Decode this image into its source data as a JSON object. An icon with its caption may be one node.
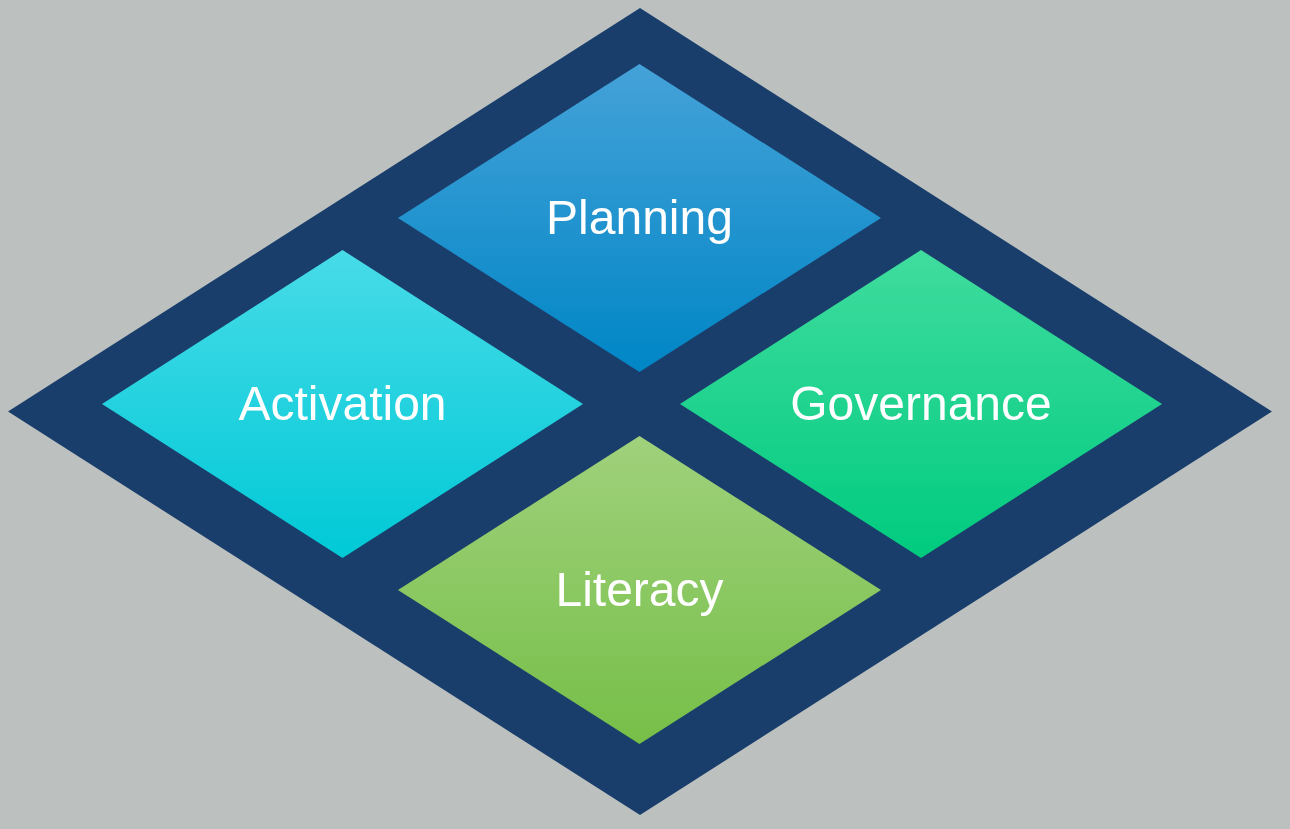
{
  "diagram": {
    "nodes": [
      {
        "text": [],
        "shape": "diamond"
      },
      {
        "text": [
          "Planning"
        ],
        "in": 0
      },
      {
        "text": [
          "Activation"
        ],
        "in": 0
      },
      {
        "text": [
          "Governance"
        ],
        "in": 0
      },
      {
        "text": [
          "Literacy"
        ],
        "in": 0
      }
    ]
  }
}
